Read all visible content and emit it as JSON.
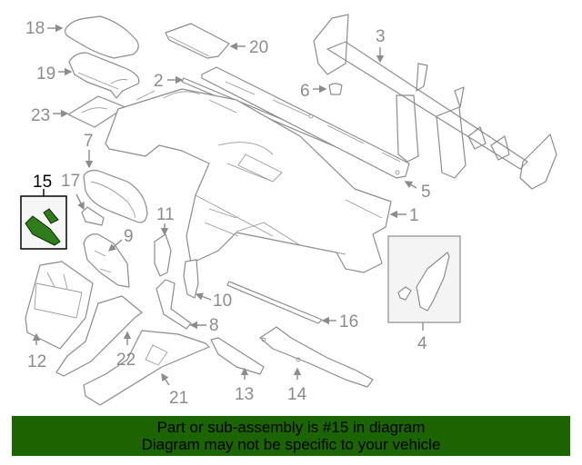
{
  "diagram": {
    "highlighted_part": "15",
    "highlight_color": "#2e7d1a",
    "callouts": {
      "c1": "1",
      "c2": "2",
      "c3": "3",
      "c4": "4",
      "c5": "5",
      "c6": "6",
      "c7": "7",
      "c8": "8",
      "c9": "9",
      "c10": "10",
      "c11": "11",
      "c12": "12",
      "c13": "13",
      "c14": "14",
      "c15": "15",
      "c16": "16",
      "c17": "17",
      "c18": "18",
      "c19": "19",
      "c20": "20",
      "c21": "21",
      "c22": "22",
      "c23": "23"
    }
  },
  "banner": {
    "line1": "Part or sub-assembly is #15 in diagram",
    "line2": "Diagram may not be specific to your vehicle",
    "background": "#1b6400"
  }
}
